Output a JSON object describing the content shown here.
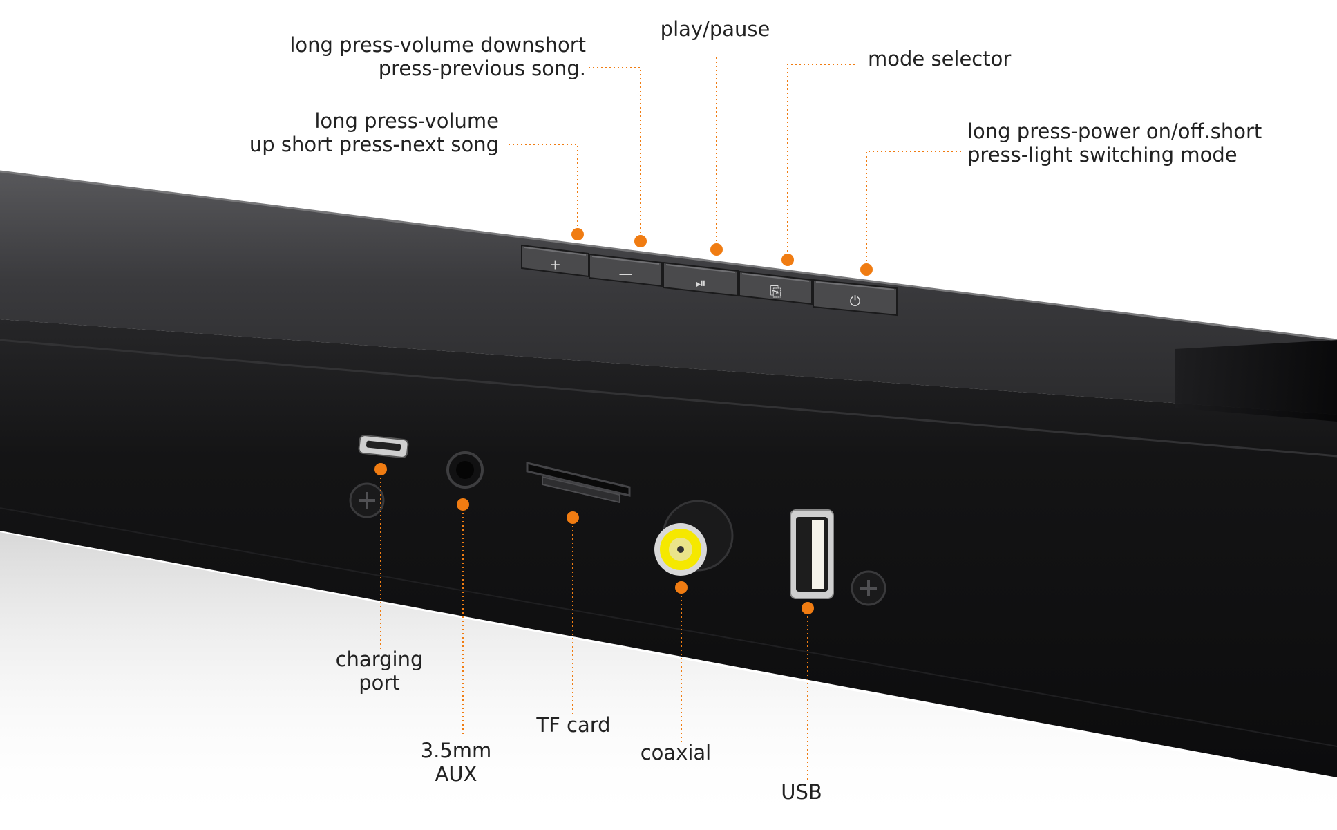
{
  "colors": {
    "accent": "#f07c12",
    "label_text": "#222222",
    "bar_top": "#3a3a3c",
    "bar_front": "#161617",
    "button_face": "#4a4a4c",
    "coaxial_yellow": "#f5e800"
  },
  "top_controls": [
    {
      "key": "volume_down",
      "lines": [
        "long press-volume downshort",
        "press-previous song."
      ],
      "icon": "minus-icon",
      "glyph": "—"
    },
    {
      "key": "play_pause",
      "lines": [
        "play/pause"
      ],
      "icon": "play-pause-icon",
      "glyph": "⏯"
    },
    {
      "key": "mode_selector",
      "lines": [
        "mode selector"
      ],
      "icon": "mode-selector-icon",
      "glyph": "⎘"
    },
    {
      "key": "volume_up",
      "lines": [
        "long press-volume",
        "up short press-next song"
      ],
      "icon": "plus-icon",
      "glyph": "+"
    },
    {
      "key": "power",
      "lines": [
        "long press-power on/off.short",
        "press-light switching mode"
      ],
      "icon": "power-icon",
      "glyph": "⏻"
    }
  ],
  "ports": [
    {
      "key": "charging_port",
      "lines": [
        "charging",
        "port"
      ],
      "icon": "micro-usb-port-icon"
    },
    {
      "key": "aux",
      "lines": [
        "3.5mm",
        "AUX"
      ],
      "icon": "aux-jack-icon"
    },
    {
      "key": "tf_card",
      "lines": [
        "TF card"
      ],
      "icon": "tf-card-slot-icon"
    },
    {
      "key": "coaxial",
      "lines": [
        "coaxial"
      ],
      "icon": "coaxial-port-icon"
    },
    {
      "key": "usb",
      "lines": [
        "USB"
      ],
      "icon": "usb-port-icon"
    }
  ]
}
